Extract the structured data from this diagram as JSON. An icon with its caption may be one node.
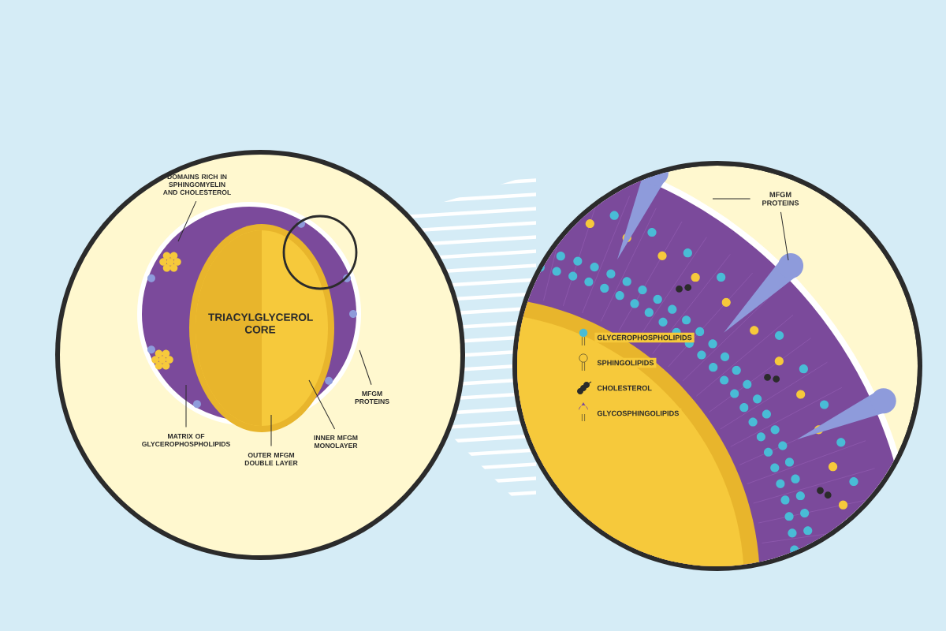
{
  "diagram": {
    "nodes": [
      {
        "text": [
          "TRIACYLGLYCEROL CORE"
        ]
      },
      {
        "text": [
          "DOMAINS RICH IN SPHINGOMYELIN AND CHOLESTEROL"
        ]
      },
      {
        "text": [
          "MFGM PROTEINS"
        ]
      },
      {
        "text": [
          "MATRIX OF GLYCEROPHOSPHOLIPIDS"
        ]
      },
      {
        "text": [
          "OUTER MFGM DOUBLE LAYER"
        ]
      },
      {
        "text": [
          "INNER MFGM MONOLAYER"
        ]
      },
      {
        "text": [
          "MFGM PROTEINS"
        ]
      }
    ],
    "edges": [
      {
        "from": 1,
        "to": null,
        "arrow": "none"
      },
      {
        "from": 2,
        "to": null,
        "arrow": "none"
      },
      {
        "from": 3,
        "to": null,
        "arrow": "none"
      },
      {
        "from": 4,
        "to": null,
        "arrow": "none"
      },
      {
        "from": 5,
        "to": null,
        "arrow": "none"
      },
      {
        "from": 6,
        "to": null,
        "arrow": "none"
      },
      {
        "from": 6,
        "to": null,
        "arrow": "none"
      }
    ],
    "legend": [
      {
        "text": "GLYCEROPHOSPHOLIPIDS"
      },
      {
        "text": "SPHINGOLIPIDS"
      },
      {
        "text": "CHOLESTEROL"
      },
      {
        "text": "GLYCOSPHINGOLIPIDS"
      }
    ]
  }
}
